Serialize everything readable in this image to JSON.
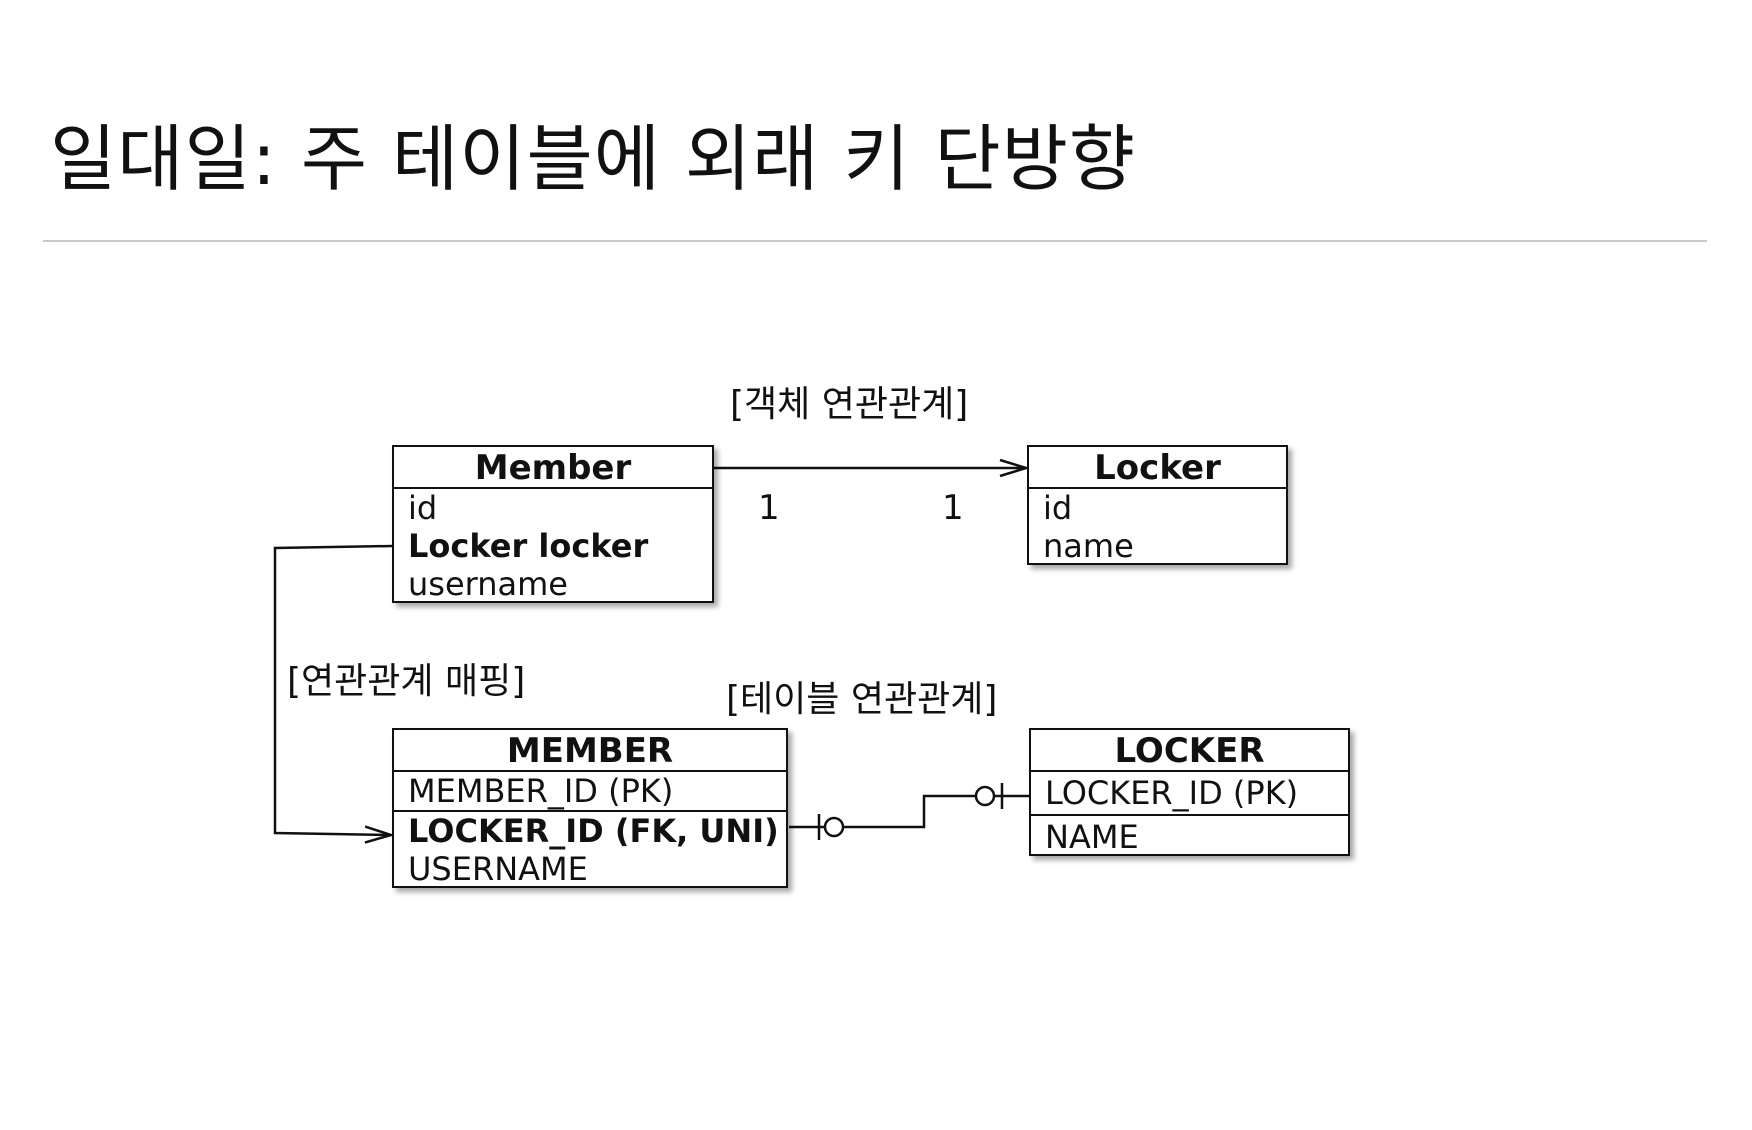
{
  "title": "일대일: 주 테이블에 외래 키 단방향",
  "captions": {
    "object_relation": "[객체 연관관계]",
    "mapping": "[연관관계 매핑]",
    "table_relation": "[테이블 연관관계]"
  },
  "multiplicity": {
    "left": "1",
    "right": "1"
  },
  "entities": {
    "member": {
      "name": "Member",
      "fields": [
        "id",
        "Locker locker",
        "username"
      ]
    },
    "locker": {
      "name": "Locker",
      "fields": [
        "id",
        "name"
      ]
    }
  },
  "tables": {
    "member": {
      "name": "MEMBER",
      "pk": "MEMBER_ID (PK)",
      "fk": "LOCKER_ID (FK, UNI)",
      "col": "USERNAME"
    },
    "locker": {
      "name": "LOCKER",
      "pk": "LOCKER_ID (PK)",
      "col": "NAME"
    }
  }
}
